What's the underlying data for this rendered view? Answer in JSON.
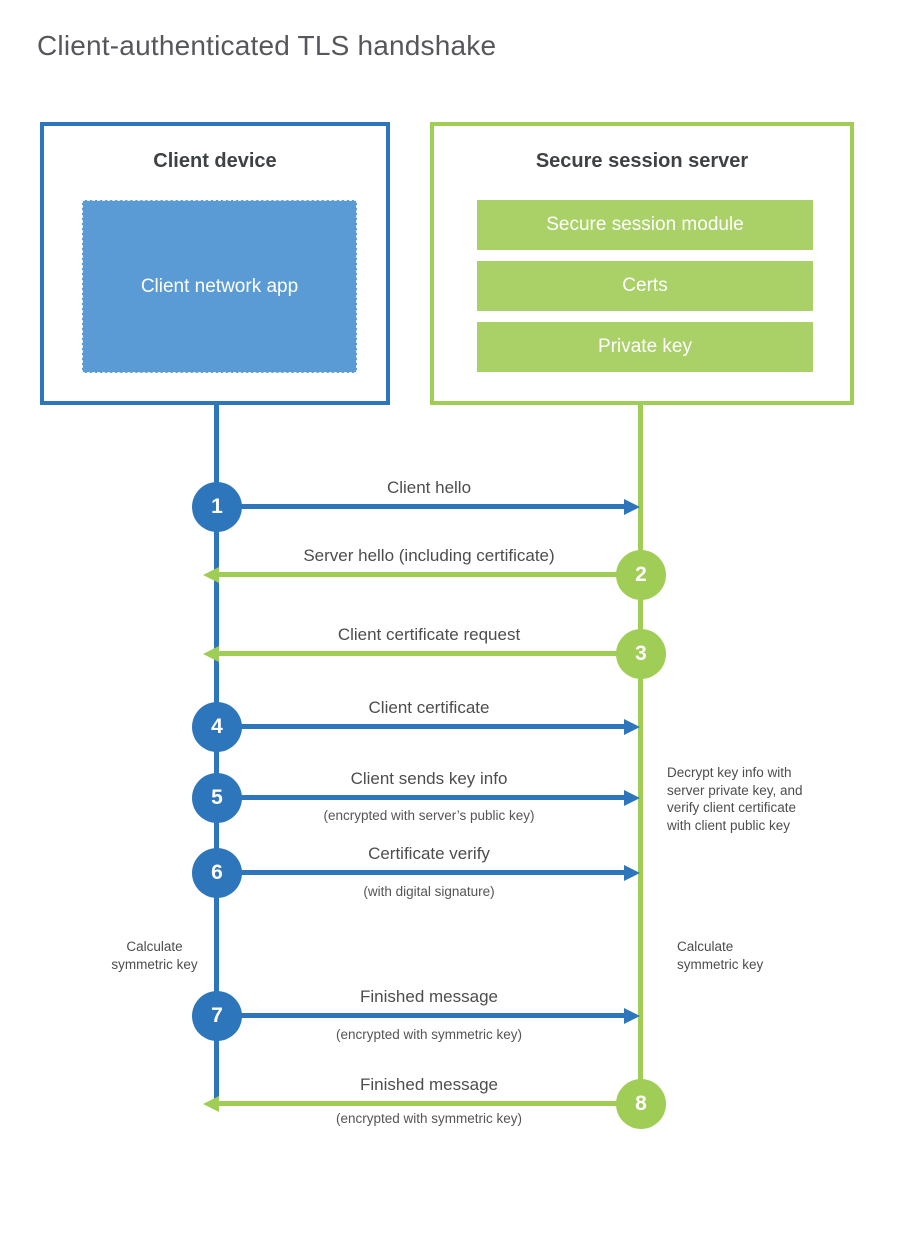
{
  "title": "Client-authenticated TLS handshake",
  "client_box": {
    "title": "Client device",
    "app": "Client network app"
  },
  "server_box": {
    "title": "Secure session server",
    "modules": [
      "Secure session module",
      "Certs",
      "Private key"
    ]
  },
  "messages": [
    {
      "num": "1",
      "label": "Client hello",
      "sub": "",
      "direction": "right",
      "from": "client",
      "to": "server"
    },
    {
      "num": "2",
      "label": "Server hello (including certificate)",
      "sub": "",
      "direction": "left",
      "from": "server",
      "to": "client"
    },
    {
      "num": "3",
      "label": "Client certificate request",
      "sub": "",
      "direction": "left",
      "from": "server",
      "to": "client"
    },
    {
      "num": "4",
      "label": "Client certificate",
      "sub": "",
      "direction": "right",
      "from": "client",
      "to": "server"
    },
    {
      "num": "5",
      "label": "Client sends key info",
      "sub": "(encrypted with server’s public key)",
      "direction": "right",
      "from": "client",
      "to": "server"
    },
    {
      "num": "6",
      "label": "Certificate verify",
      "sub": "(with digital signature)",
      "direction": "right",
      "from": "client",
      "to": "server"
    },
    {
      "num": "7",
      "label": "Finished message",
      "sub": "(encrypted with symmetric key)",
      "direction": "right",
      "from": "client",
      "to": "server"
    },
    {
      "num": "8",
      "label": "Finished message",
      "sub": "(encrypted with symmetric key)",
      "direction": "left",
      "from": "server",
      "to": "client"
    }
  ],
  "notes": {
    "decrypt_lines": [
      "Decrypt key info with",
      "server private key, and",
      "verify client certificate",
      "with client public key"
    ],
    "calc_left_lines": [
      "Calculate",
      "symmetric key"
    ],
    "calc_right_lines": [
      "Calculate",
      "symmetric key"
    ]
  },
  "colors": {
    "blue": "#2e76bc",
    "blue_fill": "#5b9bd5",
    "green": "#a0cd55",
    "green_fill": "#a9d168",
    "heading_text": "#3f4245",
    "label_text": "#4d4d4d",
    "title_text": "#56575c"
  }
}
